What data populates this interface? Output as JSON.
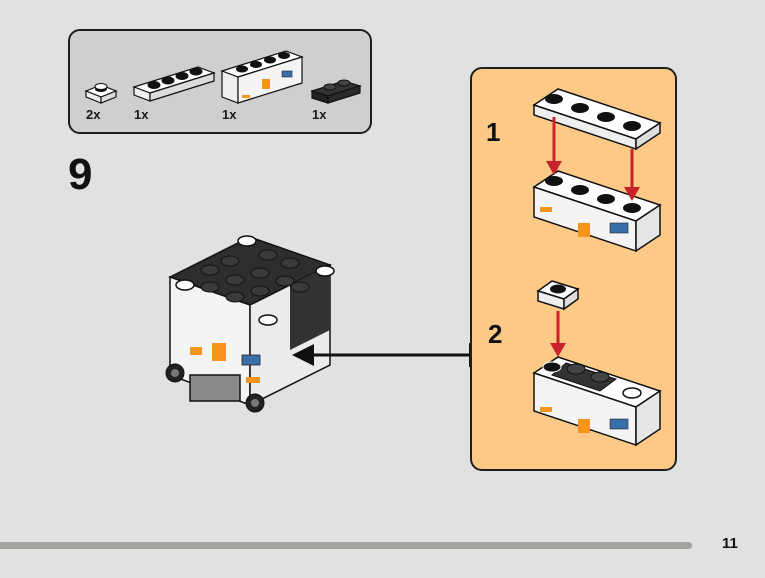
{
  "parts_list": {
    "items": [
      {
        "name": "1x1 white plate",
        "qty": "2x"
      },
      {
        "name": "1x4 white plate",
        "qty": "1x"
      },
      {
        "name": "1x4 white printed brick",
        "qty": "1x"
      },
      {
        "name": "1x2 black plate",
        "qty": "1x"
      }
    ]
  },
  "step": {
    "number": "9"
  },
  "callout": {
    "substeps": [
      {
        "number": "1"
      },
      {
        "number": "2"
      }
    ]
  },
  "colors": {
    "background": "#e1e1e1",
    "parts_box": "#cfcfcf",
    "callout": "#fdc987",
    "arrow_red": "#c8232b",
    "print_orange": "#f7941d",
    "dark_gray": "#333333"
  },
  "footer": {
    "page_number": "11"
  }
}
